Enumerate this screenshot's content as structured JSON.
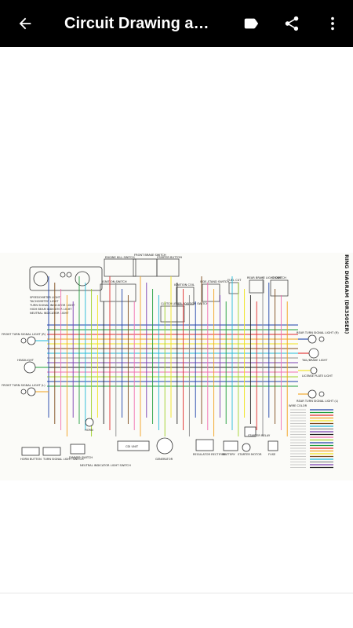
{
  "appbar": {
    "title": "Circuit Drawing a…",
    "icons": [
      "back-arrow-icon",
      "label-tag-icon",
      "share-icon",
      "more-vert-icon"
    ],
    "background": "#000000"
  },
  "diagram": {
    "side_title": "RING DIAGRAM (DR350SER)",
    "labels": {
      "speedo": "SPEEDOMETER LIGHT",
      "tacho": "TACHOMETER LIGHT",
      "turn_ind": "TURN SIGNAL INDICATOR LIGHT",
      "high_beam": "HIGH BEAM INDICATOR LIGHT",
      "neutral_ind": "NEUTRAL INDICATOR LIGHT",
      "engine_kill": "ENGINE KILL SWITCH",
      "front_brake": "FRONT BRAKE SWITCH",
      "starter_btn": "STARTER BUTTON",
      "ignition": "IGNITION SWITCH",
      "ignition_coil": "IGNITION COIL",
      "side_stand": "SIDE-STAND SWITCH",
      "fuel_cut": "FUEL CUT",
      "rear_brake": "REAR BRAKE LIGHT SWITCH",
      "diode": "DIODE",
      "clutch": "CLUTCH LEVER POSITION SWITCH",
      "front_turn_r": "FRONT TURN SIGNAL LIGHT (R)",
      "front_turn_l": "FRONT TURN SIGNAL LIGHT (L)",
      "headlight": "HEADLIGHT",
      "rear_turn_r": "REAR TURN SIGNAL LIGHT (R)",
      "tail": "TAIL/BRAKE LIGHT",
      "license": "LICENSE PLATE LIGHT",
      "rear_turn_l": "REAR TURN SIGNAL LIGHT (L)",
      "wire_color": "WIRE COLOR",
      "horn_btn": "HORN BUTTON",
      "turn_sw": "TURN SIGNAL LIGHT SWITCH",
      "dimmer": "DIMMER SWITCH",
      "neutral_sw": "NEUTRAL INDICATOR LIGHT SWITCH",
      "horn": "HORN",
      "cdi": "CDI UNIT",
      "generator": "GENERATOR",
      "regulator": "REGULATOR RECTIFIER",
      "battery": "BATTERY",
      "starter_relay": "STARTER RELAY",
      "starter_motor": "STARTER MOTOR",
      "fuse": "FUSE"
    },
    "wire_colors": [
      "#1a3fa8",
      "#1e9c3a",
      "#e02a2a",
      "#f2a11c",
      "#f0e21a",
      "#7d4a1c",
      "#22b8d8",
      "#8c8c8c",
      "#7a3fb0",
      "#222222",
      "#f26fb0",
      "#9fd12a"
    ]
  }
}
